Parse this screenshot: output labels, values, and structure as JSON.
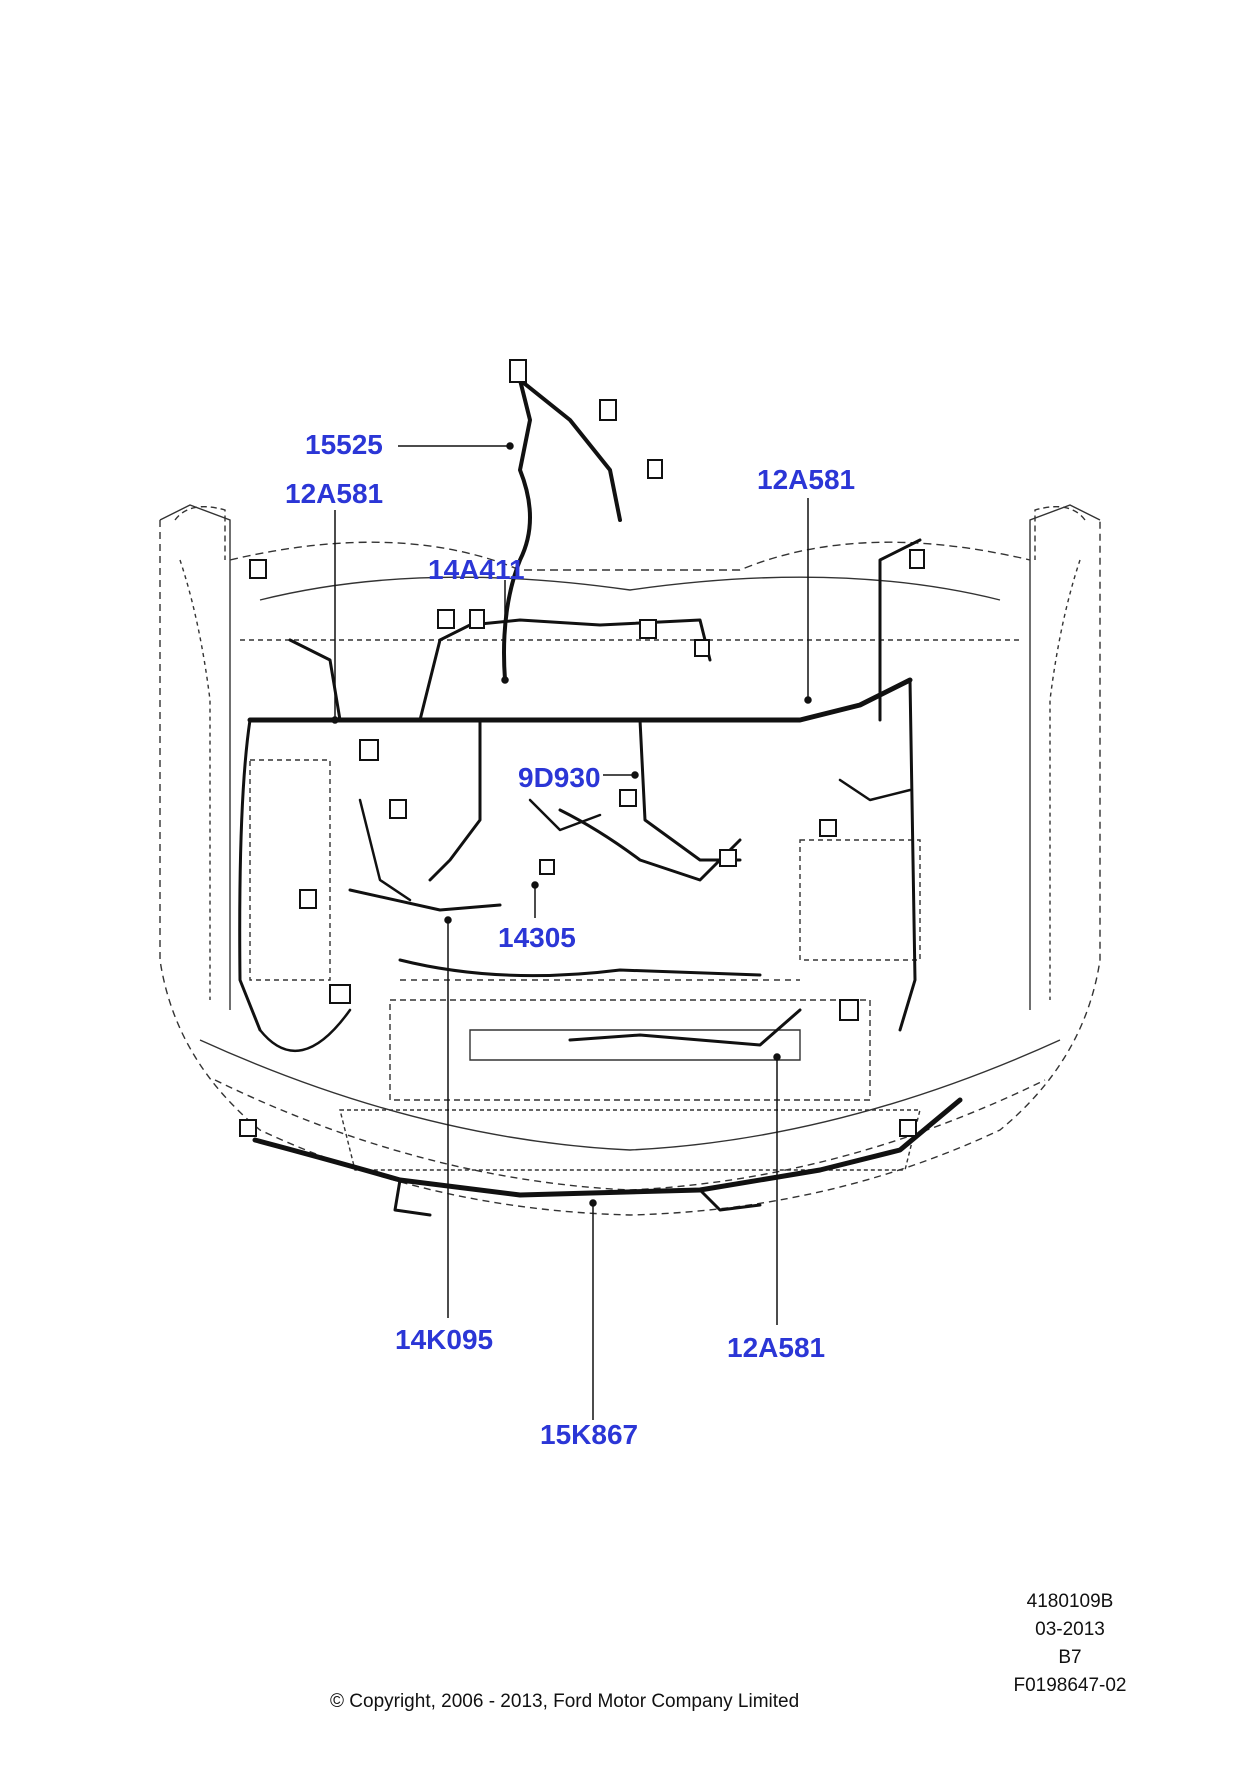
{
  "callouts": [
    {
      "id": "c1",
      "label": "15525"
    },
    {
      "id": "c2",
      "label": "12A581"
    },
    {
      "id": "c3",
      "label": "12A581"
    },
    {
      "id": "c4",
      "label": "14A411"
    },
    {
      "id": "c5",
      "label": "9D930"
    },
    {
      "id": "c6",
      "label": "14305"
    },
    {
      "id": "c7",
      "label": "14K095"
    },
    {
      "id": "c8",
      "label": "12A581"
    },
    {
      "id": "c9",
      "label": "15K867"
    }
  ],
  "info": {
    "illustration_number": "4180109B",
    "date": "03-2013",
    "code": "B7",
    "reference": "F0198647-02"
  },
  "copyright": "© Copyright, 2006 - 2013, Ford Motor Company Limited",
  "colors": {
    "callout_text": "#2b36d6",
    "line_art": "#222222",
    "harness": "#111111"
  }
}
